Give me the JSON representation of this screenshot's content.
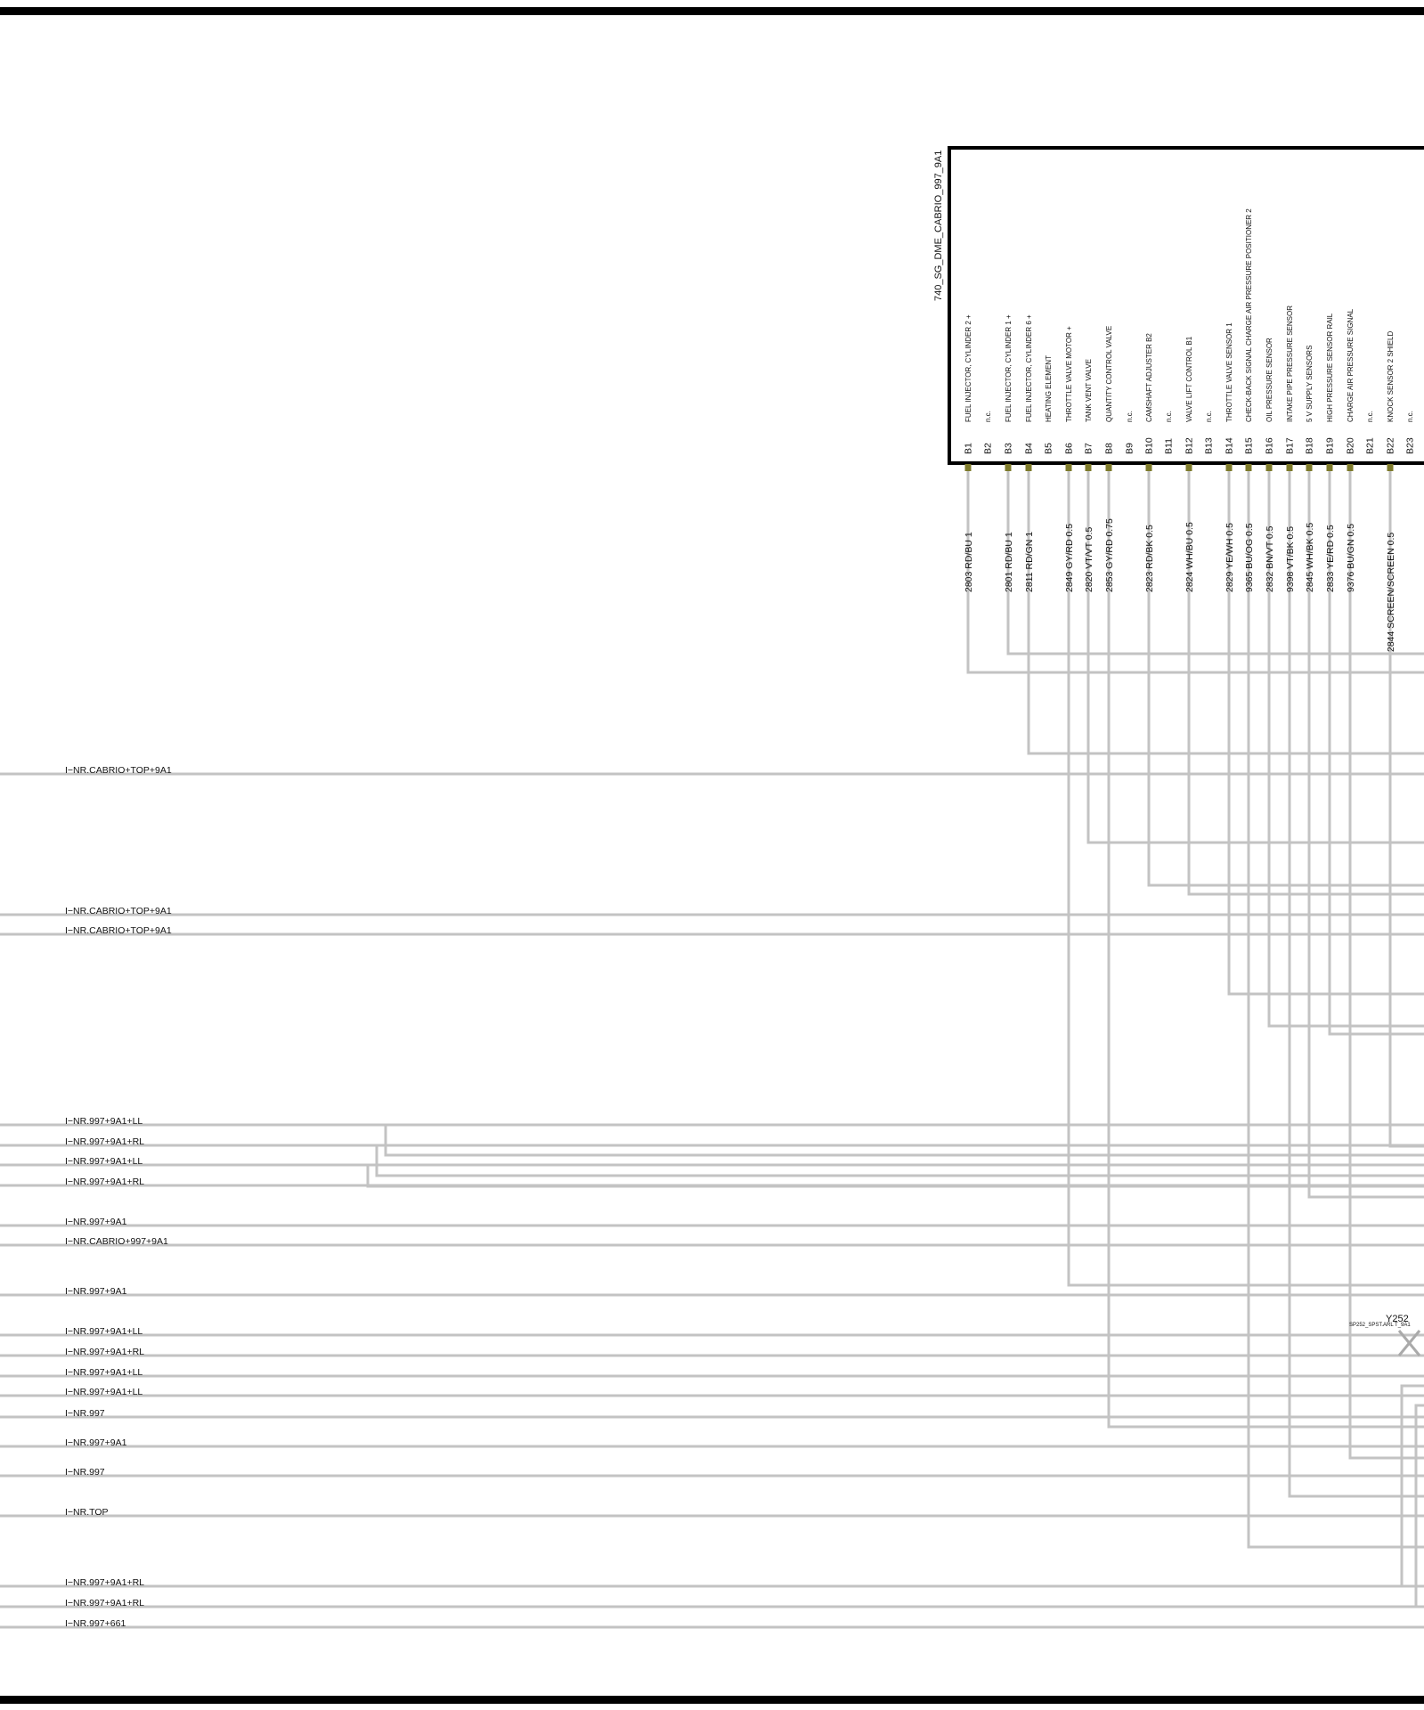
{
  "connector": {
    "name": "740_SG_DME_CABRIO_997_9A1",
    "pins": [
      {
        "pin": "B1",
        "desc": "FUEL INJECTOR, CYLINDER 2   +",
        "wire": "2803 RD/BU 1"
      },
      {
        "pin": "B2",
        "desc": "n.c.",
        "wire": ""
      },
      {
        "pin": "B3",
        "desc": "FUEL INJECTOR, CYLINDER 1   +",
        "wire": "2801 RD/BU 1"
      },
      {
        "pin": "B4",
        "desc": "FUEL INJECTOR, CYLINDER 6   +",
        "wire": "2811 RD/GN 1"
      },
      {
        "pin": "B5",
        "desc": "HEATING ELEMENT",
        "wire": ""
      },
      {
        "pin": "B6",
        "desc": "THROTTLE VALVE     MOTOR +",
        "wire": "2849 GY/RD 0.5"
      },
      {
        "pin": "B7",
        "desc": "TANK   VENT VALVE",
        "wire": "2820 VT/VT 0.5"
      },
      {
        "pin": "B8",
        "desc": "QUANTITY CONTROL VALVE",
        "wire": "2853 GY/RD 0.75"
      },
      {
        "pin": "B9",
        "desc": "n.c.",
        "wire": ""
      },
      {
        "pin": "B10",
        "desc": "CAMSHAFT ADJUSTER       B2",
        "wire": "2823 RD/BK 0.5"
      },
      {
        "pin": "B11",
        "desc": "n.c.",
        "wire": ""
      },
      {
        "pin": "B12",
        "desc": "VALVE LIFT CONTROL        B1",
        "wire": "2824 WH/BU 0.5"
      },
      {
        "pin": "B13",
        "desc": "n.c.",
        "wire": ""
      },
      {
        "pin": "B14",
        "desc": "THROTTLE   VALVE    SENSOR 1",
        "wire": "2829 YE/WH 0.5"
      },
      {
        "pin": "B15",
        "desc": "CHECK-BACK SIGNAL CHARGE  AIR PRESSURE  POSITIONER 2",
        "wire": "9365 BU/OG 0.5"
      },
      {
        "pin": "B16",
        "desc": "OIL PRESSURE   SENSOR",
        "wire": "2832 BN/VT 0.5"
      },
      {
        "pin": "B17",
        "desc": "INTAKE  PIPE    PRESSURE SENSOR",
        "wire": "9398 VT/BK 0.5"
      },
      {
        "pin": "B18",
        "desc": "5 V SUPPLY    SENSORS",
        "wire": "2845 WH/BK 0.5"
      },
      {
        "pin": "B19",
        "desc": "HIGH PRESSURE SENSOR RAIL",
        "wire": "2833 YE/RD 0.5"
      },
      {
        "pin": "B20",
        "desc": "CHARGE AIR PRESSURE SIGNAL",
        "wire": "9376 BU/GN 0.5"
      },
      {
        "pin": "B21",
        "desc": "n.c.",
        "wire": ""
      },
      {
        "pin": "B22",
        "desc": "KNOCK  SENSOR  2  SHIELD",
        "wire": "2844 SCREEN/SCREEN 0.5"
      },
      {
        "pin": "B23",
        "desc": "n.c.",
        "wire": ""
      }
    ]
  },
  "variant_labels": [
    "I−NR.CABRIO+TOP+9A1",
    "I−NR.CABRIO+TOP+9A1",
    "I−NR.CABRIO+TOP+9A1",
    "I−NR.997+9A1+LL",
    "I−NR.997+9A1+RL",
    "I−NR.997+9A1+LL",
    "I−NR.997+9A1+RL",
    "I−NR.997+9A1",
    "I−NR.CABRIO+997+9A1",
    "I−NR.997+9A1",
    "I−NR.997+9A1+LL",
    "I−NR.997+9A1+RL",
    "I−NR.997+9A1+LL",
    "I−NR.997+9A1+LL",
    "I−NR.997",
    "I−NR.997+9A1",
    "I−NR.997",
    "I−NR.TOP",
    "I−NR.997+9A1+RL",
    "I−NR.997+9A1+RL",
    "I−NR.997+661"
  ],
  "splice": {
    "name": "Y252",
    "sublabel": "SP252_SPST.ARL T_9A1"
  },
  "colors": {
    "wire": "#c3c3c3",
    "pin_marker": "#7d7a2a",
    "frame": "#000000"
  }
}
